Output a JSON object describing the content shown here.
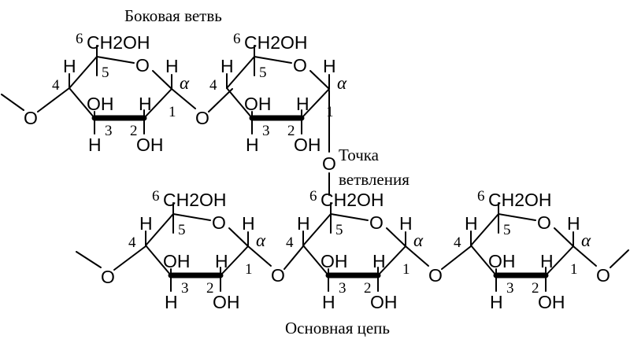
{
  "labels": {
    "side_branch": "Боковая ветвь",
    "branch_point_line1": "Точка",
    "branch_point_line2": "ветвления",
    "main_chain": "Основная цепь"
  },
  "atoms": {
    "oxygen": "O",
    "hydrogen": "H",
    "c6_group": "CH2OH",
    "c6_number": "6",
    "hydroxyl": "OH"
  },
  "carbon_numbers": [
    "1",
    "2",
    "3",
    "4",
    "5"
  ],
  "anomer": "α",
  "units": [
    {
      "id": "side-unit-1"
    },
    {
      "id": "side-unit-2"
    },
    {
      "id": "main-unit-1"
    },
    {
      "id": "main-unit-2"
    },
    {
      "id": "main-unit-3"
    }
  ]
}
